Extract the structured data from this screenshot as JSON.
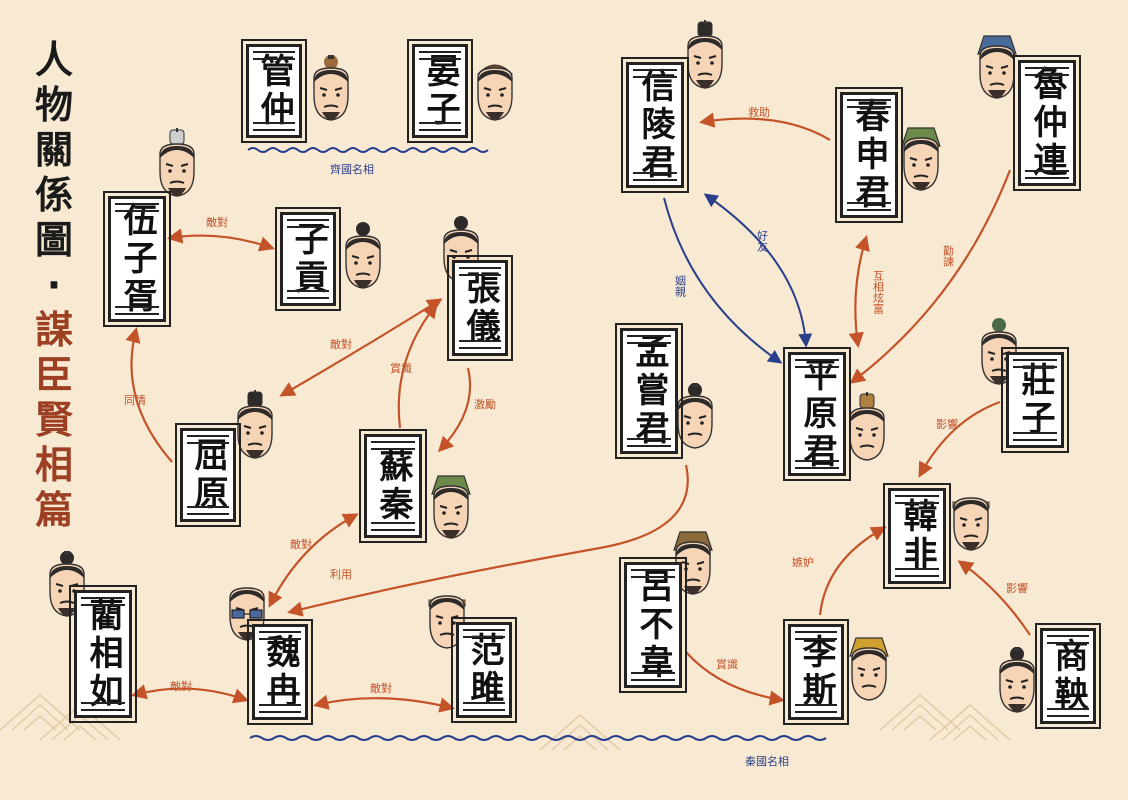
{
  "title": {
    "line1": "人物關係圖",
    "dot": "·",
    "line2": "謀臣賢相篇"
  },
  "captions": {
    "qi": "齊國名相",
    "qin": "秦國名相"
  },
  "colors": {
    "background": "#f8ead2",
    "rust": "#c4532a",
    "blue": "#2a3f8c",
    "titleAccent": "#9c3f22"
  },
  "people": {
    "guanzhong": "管仲",
    "yanzi": "晏子",
    "wuzixu": "伍子胥",
    "zigong": "子貢",
    "zhangyi": "張儀",
    "quyuan": "屈原",
    "suqin": "蘇秦",
    "linxiangru": "藺相如",
    "weiran": "魏冉",
    "fanju": "范雎",
    "xinlingjun": "信陵君",
    "chunshenjun": "春申君",
    "luzhonglian": "魯仲連",
    "mengchangjun": "孟嘗君",
    "pingyuanjun": "平原君",
    "zhuangzi": "莊子",
    "hanfei": "韓非",
    "lubuwei": "呂不韋",
    "lisi": "李斯",
    "shangyang": "商鞅"
  },
  "relations": {
    "jiudu": "救助",
    "dishi": "敵對",
    "dishi2": "敵對",
    "dishi3": "敵對",
    "dishi4": "敵對",
    "dishi5": "敵對",
    "tongqing": "同情",
    "changshang": "賞識",
    "jijiu": "激勵",
    "haoyou": "好友",
    "yinqin": "姻親",
    "huxiang": "互相炫富",
    "quanjian": "勸諫",
    "yingxiang": "影響",
    "yingxiang2": "影響",
    "liyong": "利用",
    "jidu": "嫉妒",
    "changshang2": "賞識"
  }
}
